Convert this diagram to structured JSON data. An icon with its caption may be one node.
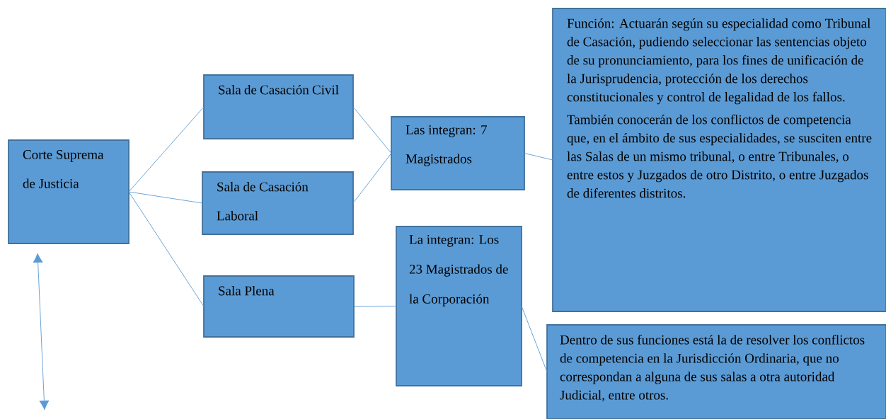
{
  "diagram": {
    "nodes": [
      {
        "text": [
          "Corte Suprema de Justicia"
        ]
      },
      {
        "text": [
          "Sala de Casación Civil"
        ]
      },
      {
        "text": [
          "Sala de Casación Laboral"
        ]
      },
      {
        "text": [
          "Sala Plena"
        ]
      },
      {
        "text": [
          "Las integran: 7 Magistrados"
        ]
      },
      {
        "text": [
          "La integran: Los 23 Magistrados de la Corporación"
        ]
      },
      {
        "text": [
          "Función: Actuarán según su especialidad como Tribunal de Casación, pudiendo seleccionar las sentencias objeto de su pronunciamiento, para los fines de unificación de la Jurisprudencia, protección de los derechos constitucionales y control de legalidad de los fallos.",
          "También conocerán de los conflictos de competencia que, en el ámbito de sus especialidades, se susciten entre las Salas de un mismo tribunal, o entre Tribunales, o entre estos y Juzgados de otro Distrito, o entre Juzgados de diferentes distritos."
        ]
      },
      {
        "text": [
          "Dentro de sus funciones está la de resolver los conflictos de competencia en la Jurisdicción Ordinaria, que no correspondan a alguna de sus salas a otra autoridad Judicial, entre otros."
        ]
      }
    ],
    "edges": [
      {
        "from": 0,
        "to": 1,
        "arrow": "none"
      },
      {
        "from": 0,
        "to": 2,
        "arrow": "none"
      },
      {
        "from": 0,
        "to": 3,
        "arrow": "none"
      },
      {
        "from": 1,
        "to": 4,
        "arrow": "none"
      },
      {
        "from": 2,
        "to": 4,
        "arrow": "none"
      },
      {
        "from": 4,
        "to": 6,
        "arrow": "none"
      },
      {
        "from": 3,
        "to": 5,
        "arrow": "none"
      },
      {
        "from": 5,
        "to": 7,
        "arrow": "none"
      }
    ]
  }
}
